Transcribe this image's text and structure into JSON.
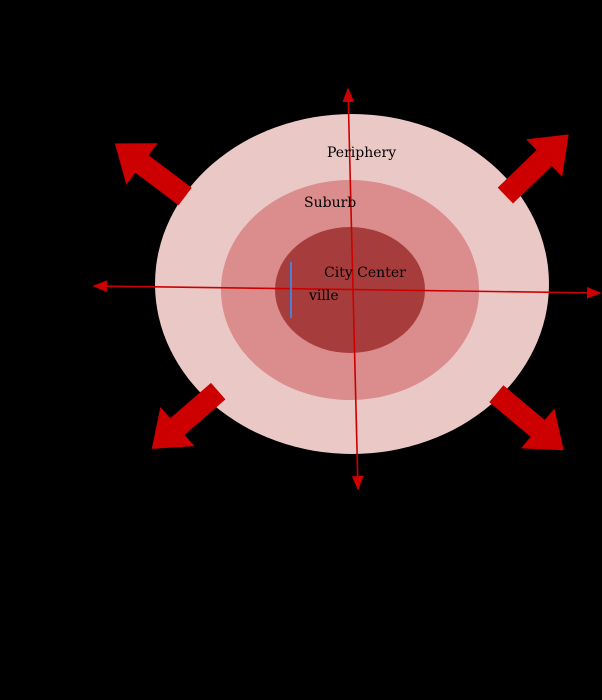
{
  "diagram": {
    "zones": {
      "periphery": {
        "label": "Periphery",
        "color": "#eac8c6"
      },
      "suburb": {
        "label": "Suburb",
        "color": "#db8c8c"
      },
      "city_center": {
        "label": "City Center",
        "color": "#a63d3c"
      }
    },
    "inner_label": "ville",
    "colors": {
      "background": "#000000",
      "axis": "#cc0000",
      "expansion_arrow": "#cc0000",
      "marker": "#4a7fd4"
    },
    "expansion_arrows": [
      "north-west",
      "north-east",
      "south-west",
      "south-east"
    ]
  }
}
